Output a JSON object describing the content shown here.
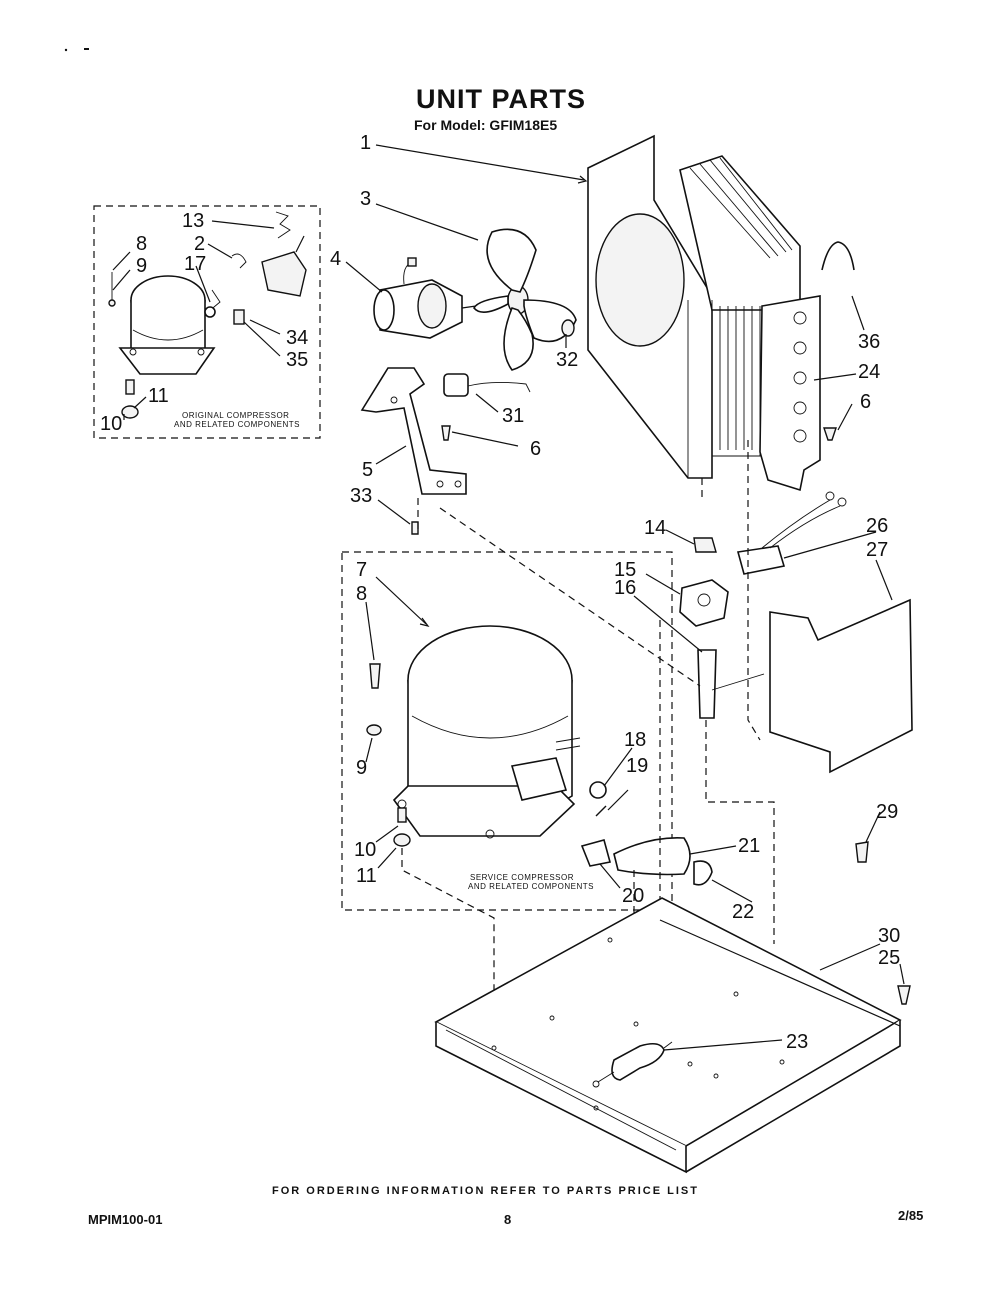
{
  "header": {
    "title": "UNIT PARTS",
    "subtitle": "For Model: GFIM18E5"
  },
  "captions": {
    "original_line1": "ORIGINAL COMPRESSOR",
    "original_line2": "AND RELATED COMPONENTS",
    "service_line1": "SERVICE COMPRESSOR",
    "service_line2": "AND RELATED COMPONENTS"
  },
  "callouts": {
    "c1": "1",
    "c3": "3",
    "c4": "4",
    "c32": "32",
    "c36": "36",
    "c24": "24",
    "c6a": "6",
    "c13": "13",
    "c2": "2",
    "c17": "17",
    "c8a": "8",
    "c9a": "9",
    "c34": "34",
    "c35": "35",
    "c11a": "11",
    "c10a": "10",
    "c31": "31",
    "c6b": "6",
    "c5": "5",
    "c33": "33",
    "c14": "14",
    "c26": "26",
    "c27": "27",
    "c15": "15",
    "c16": "16",
    "c7": "7",
    "c8b": "8",
    "c9b": "9",
    "c10b": "10",
    "c11b": "11",
    "c18": "18",
    "c19": "19",
    "c21": "21",
    "c20": "20",
    "c22": "22",
    "c29": "29",
    "c30": "30",
    "c25": "25",
    "c23": "23"
  },
  "footer": {
    "note": "FOR ORDERING INFORMATION REFER TO PARTS PRICE LIST",
    "doc_number": "MPIM100-01",
    "page": "8",
    "date": "2/85"
  }
}
